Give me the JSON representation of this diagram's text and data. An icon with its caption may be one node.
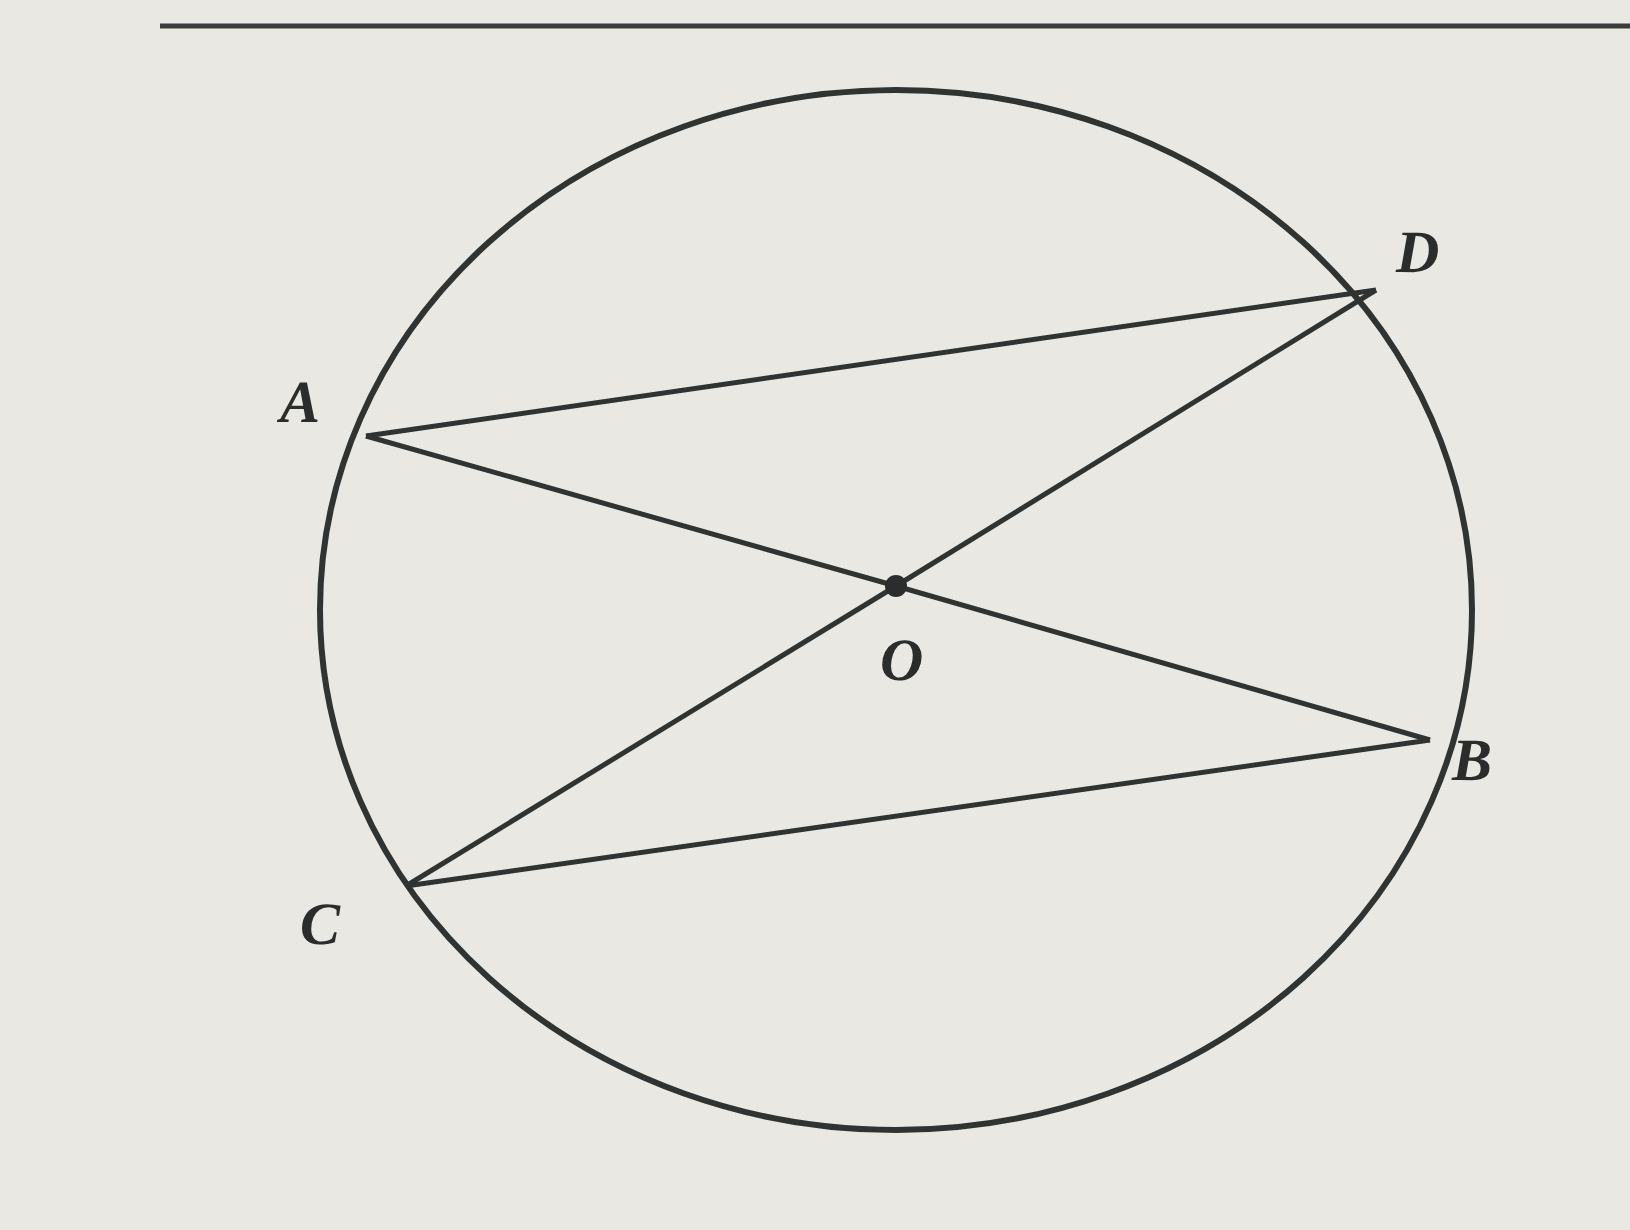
{
  "diagram": {
    "nodes": [
      {
        "text": [
          "A"
        ]
      },
      {
        "text": [
          "D"
        ]
      },
      {
        "text": [
          "O"
        ]
      },
      {
        "text": [
          "B"
        ]
      },
      {
        "text": [
          "C"
        ]
      }
    ],
    "edges": [
      {
        "from": 0,
        "to": 1,
        "arrow": "none"
      },
      {
        "from": 0,
        "to": 2,
        "arrow": "none"
      },
      {
        "from": 2,
        "to": 3,
        "arrow": "none"
      },
      {
        "from": 4,
        "to": 2,
        "arrow": "none"
      },
      {
        "from": 2,
        "to": 1,
        "arrow": "none"
      },
      {
        "from": 4,
        "to": 3,
        "arrow": "none"
      }
    ]
  }
}
